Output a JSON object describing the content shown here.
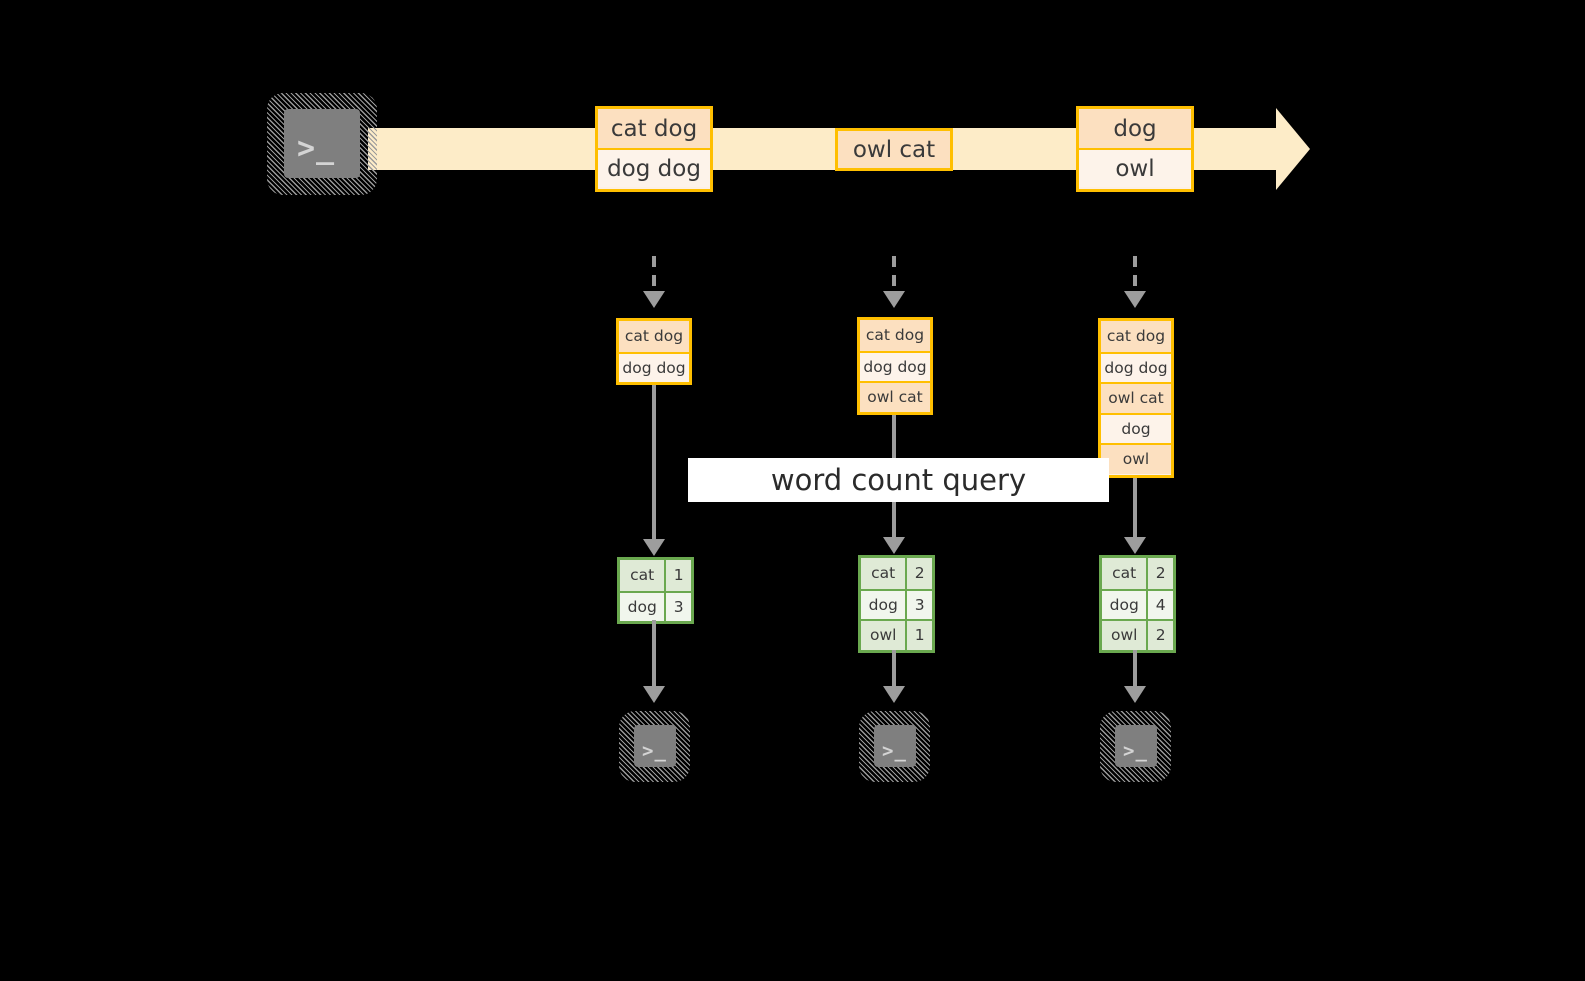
{
  "diagram": {
    "title_label": "word count query",
    "colors": {
      "background": "#000000",
      "stream_arrow": "#fdecc8",
      "record_border": "#ffbf00",
      "record_fill_a": "#fce0c0",
      "record_fill_b": "#fdf3ea",
      "result_border": "#6aa84f",
      "result_fill_a": "#dfead6",
      "result_fill_b": "#f1f6ed",
      "connector": "#9d9d9d",
      "terminal_fill": "#7f7f7f",
      "label_fill": "#ffffff"
    },
    "source": {
      "icon": "terminal-icon",
      "glyph": ">_"
    },
    "stream_events": [
      {
        "lines": [
          "cat dog",
          "dog dog"
        ]
      },
      {
        "lines": [
          "owl cat"
        ]
      },
      {
        "lines": [
          "dog",
          "owl"
        ]
      }
    ],
    "columns": [
      {
        "input": {
          "lines": [
            "cat dog",
            "dog dog"
          ]
        },
        "result": {
          "rows": [
            {
              "key": "cat",
              "count": "1"
            },
            {
              "key": "dog",
              "count": "3"
            }
          ]
        },
        "sink": {
          "icon": "terminal-icon",
          "glyph": ">_"
        }
      },
      {
        "input": {
          "lines": [
            "cat dog",
            "dog dog",
            "owl cat"
          ]
        },
        "result": {
          "rows": [
            {
              "key": "cat",
              "count": "2"
            },
            {
              "key": "dog",
              "count": "3"
            },
            {
              "key": "owl",
              "count": "1"
            }
          ]
        },
        "sink": {
          "icon": "terminal-icon",
          "glyph": ">_"
        }
      },
      {
        "input": {
          "lines": [
            "cat dog",
            "dog dog",
            "owl cat",
            "dog",
            "owl"
          ]
        },
        "result": {
          "rows": [
            {
              "key": "cat",
              "count": "2"
            },
            {
              "key": "dog",
              "count": "4"
            },
            {
              "key": "owl",
              "count": "2"
            }
          ]
        },
        "sink": {
          "icon": "terminal-icon",
          "glyph": ">_"
        }
      }
    ]
  }
}
